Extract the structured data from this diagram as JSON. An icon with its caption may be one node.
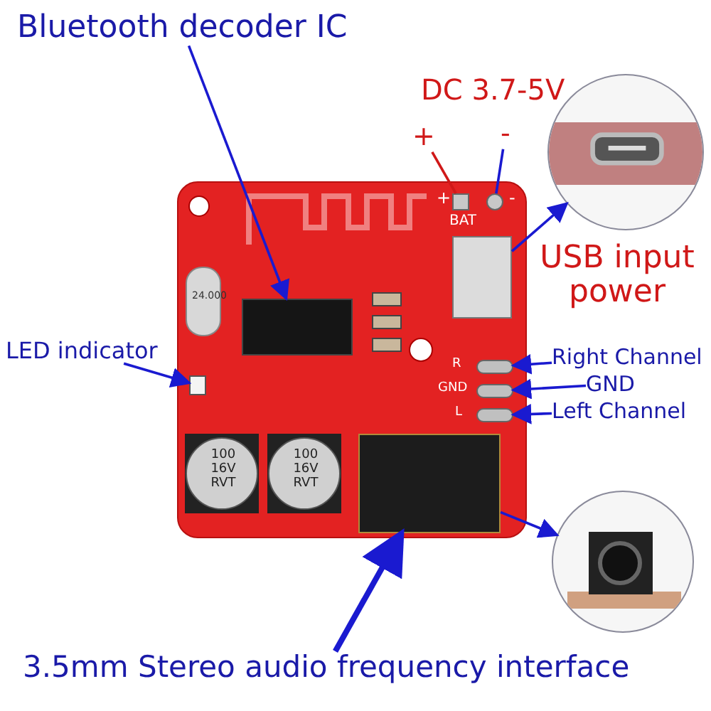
{
  "diagram": {
    "nodes": [
      {
        "text": [
          "Bluetooth decoder IC"
        ]
      },
      {
        "text": [
          "+"
        ]
      },
      {
        "text": [
          "-"
        ]
      },
      {
        "text": [],
        "shape": "picture"
      },
      {
        "text": [],
        "shape": "box"
      },
      {
        "text": [],
        "shape": "box"
      },
      {
        "text": [],
        "shape": "circle"
      },
      {
        "text": [],
        "shape": "box"
      },
      {
        "text": [
          "LED indicator"
        ]
      },
      {
        "text": [],
        "shape": "box"
      },
      {
        "text": [
          "Right Channel"
        ]
      },
      {
        "text": [
          "GND"
        ]
      },
      {
        "text": [
          "Left Channel"
        ]
      },
      {
        "text": [],
        "shape": "bar"
      },
      {
        "text": [],
        "shape": "bar"
      },
      {
        "text": [],
        "shape": "bar"
      },
      {
        "text": [],
        "shape": "box"
      },
      {
        "text": [],
        "shape": "picture"
      },
      {
        "text": [
          "3.5mm Stereo audio frequency interface"
        ]
      }
    ],
    "edges": [
      {
        "from": 0,
        "to": 4,
        "arrow": "to"
      },
      {
        "from": 1,
        "to": 5,
        "arrow": "none",
        "color": "#d01818"
      },
      {
        "from": 2,
        "to": 6,
        "arrow": "none"
      },
      {
        "from": 7,
        "to": 3,
        "arrow": "to"
      },
      {
        "from": 8,
        "to": 9,
        "arrow": "to"
      },
      {
        "from": 10,
        "to": 13,
        "arrow": "to"
      },
      {
        "from": 11,
        "to": 14,
        "arrow": "to"
      },
      {
        "from": 12,
        "to": 15,
        "arrow": "to"
      },
      {
        "from": 18,
        "to": 16,
        "arrow": "to",
        "style": "thick"
      },
      {
        "from": 16,
        "to": 17,
        "arrow": "to"
      }
    ],
    "labels": [
      "DC 3.7-5V",
      "+",
      "-",
      "BAT",
      "USB input power",
      "24.000",
      "R",
      "GND",
      "L",
      "100 16V RVT",
      "100 16V RVT"
    ]
  }
}
